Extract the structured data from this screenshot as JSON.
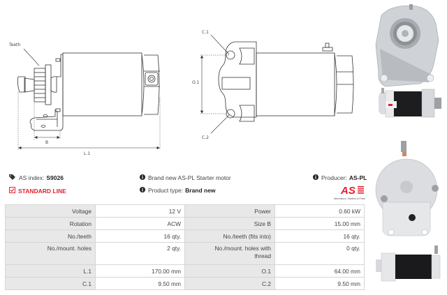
{
  "drawing": {
    "side_view": {
      "teeth_label": "Teeth",
      "dim_b_label": "B",
      "dim_l1_label": "L.1"
    },
    "front_view": {
      "c1_label": "C.1",
      "c2_label": "C.2",
      "o1_label": "O.1"
    }
  },
  "info": {
    "as_index_label": "AS index:",
    "as_index_value": "S9026",
    "standard_line": "STANDARD LINE",
    "description": "Brand new AS-PL Starter motor",
    "product_type_label": "Product type:",
    "product_type_value": "Brand new",
    "producer_label": "Producer:",
    "producer_value": "AS-PL",
    "logo_text": "AS",
    "logo_tagline": "Alternators, Starters & Parts",
    "accent_color": "#e3202c"
  },
  "specs": {
    "rows": [
      {
        "label1": "Voltage",
        "value1": "12 V",
        "label2": "Power",
        "value2": "0.60 kW"
      },
      {
        "label1": "Rotation",
        "value1": "ACW",
        "label2": "Size B",
        "value2": "15.00 mm"
      },
      {
        "label1": "No./teeth",
        "value1": "16 qty.",
        "label2": "No./teeth (fits into)",
        "value2": "16 qty."
      },
      {
        "label1": "No./mount. holes",
        "value1": "2 qty.",
        "label2": "No./mount. holes with thread",
        "value2": "0 qty."
      },
      {
        "label1": "L.1",
        "value1": "170.00 mm",
        "label2": "O.1",
        "value2": "64.00 mm"
      },
      {
        "label1": "C.1",
        "value1": "9.50 mm",
        "label2": "C.2",
        "value2": "9.50 mm"
      }
    ]
  },
  "photos": {
    "items": [
      "gear-end-view",
      "side-view-top",
      "rear-end-view",
      "side-view-bottom"
    ]
  }
}
